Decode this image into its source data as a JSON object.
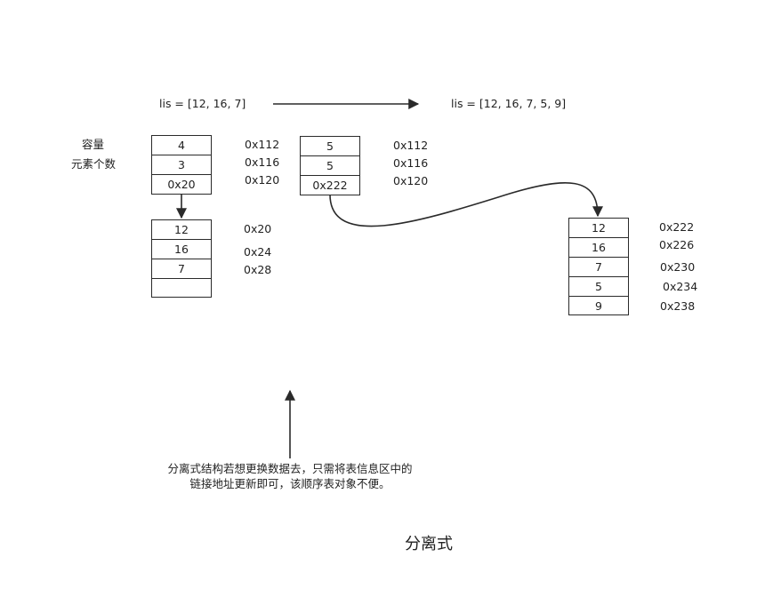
{
  "header": {
    "before": "lis = [12, 16, 7]",
    "after": "lis = [12, 16, 7, 5, 9]"
  },
  "labels": {
    "capacity": "容量",
    "count": "元素个数"
  },
  "table_old": {
    "cells": [
      "4",
      "3",
      "0x20"
    ],
    "addrs": [
      "0x112",
      "0x116",
      "0x120"
    ]
  },
  "table_new": {
    "cells": [
      "5",
      "5",
      "0x222"
    ],
    "addrs": [
      "0x112",
      "0x116",
      "0x120"
    ]
  },
  "data_old": {
    "cells": [
      "12",
      "16",
      "7",
      ""
    ],
    "addrs": [
      "0x20",
      "0x24",
      "0x28"
    ]
  },
  "data_new": {
    "cells": [
      "12",
      "16",
      "7",
      "5",
      "9"
    ],
    "addrs": [
      "0x222",
      "0x226",
      "0x230",
      "0x234",
      "0x238"
    ]
  },
  "note": {
    "line1": "分离式结构若想更换数据去，只需将表信息区中的",
    "line2": "链接地址更新即可，该顺序表对象不便。"
  },
  "title": "分离式"
}
